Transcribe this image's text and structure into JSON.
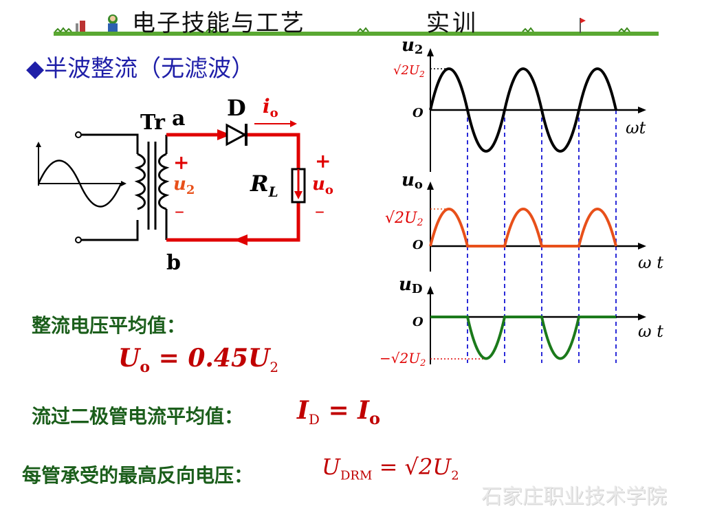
{
  "header": {
    "title": "电子技能与工艺",
    "subtitle": "实训"
  },
  "section_title": "◆半波整流（无滤波）",
  "circuit": {
    "transformer_label": "Tr",
    "node_a": "a",
    "node_b": "b",
    "diode_label": "D",
    "current_label": "i",
    "current_sub": "o",
    "u2_plus": "+",
    "u2_label": "u",
    "u2_sub": "2",
    "u2_minus": "–",
    "load_label": "R",
    "load_sub": "L",
    "uo_plus": "+",
    "uo_label": "u",
    "uo_sub": "o",
    "uo_minus": "–"
  },
  "waveforms": {
    "panel1": {
      "ylabel": "u",
      "ylabel_sub": "2",
      "peak_label": "√2U",
      "peak_sub": "2",
      "origin": "O",
      "xlabel": "ωt"
    },
    "panel2": {
      "ylabel": "u",
      "ylabel_sub": "o",
      "peak_label": "√2U",
      "peak_sub": "2",
      "origin": "O",
      "xlabel": "ω t"
    },
    "panel3": {
      "ylabel": "u",
      "ylabel_sub": "D",
      "peak_label": "−√2U",
      "peak_sub": "2",
      "origin": "O",
      "xlabel": "ω t"
    }
  },
  "avg_voltage": {
    "label": "整流电压平均值：",
    "formula_lhs": "U",
    "formula_lhs_sub": "o",
    "formula_rhs": "= 0.45U",
    "formula_rhs_sub": "2"
  },
  "avg_current": {
    "label": "流过二极管电流平均值：",
    "formula_lhs": "I",
    "formula_lhs_sub": "D",
    "formula_eq": "= I",
    "formula_rhs_sub": "o"
  },
  "reverse_voltage": {
    "label": "每管承受的最高反向电压：",
    "formula_lhs": "U",
    "formula_lhs_sub": "DRM",
    "formula_rhs": "= √2U",
    "formula_rhs_sub": "2"
  },
  "watermark": "石家庄职业技术学院",
  "colors": {
    "red": "#e00000",
    "orange": "#e8501a",
    "green": "#1b7a1b",
    "blue": "#1f1fa8",
    "dash": "#2a2ad8"
  }
}
